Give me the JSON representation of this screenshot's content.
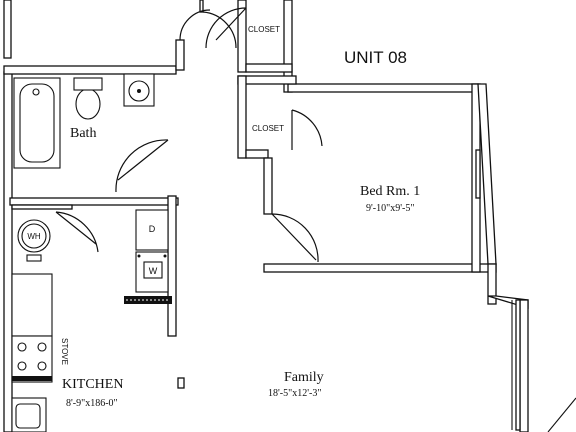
{
  "unit": {
    "title": "UNIT 08"
  },
  "rooms": {
    "bath": {
      "name": "Bath"
    },
    "closet_top": {
      "name": "CLOSET"
    },
    "closet_mid": {
      "name": "CLOSET"
    },
    "bedroom": {
      "name": "Bed Rm. 1",
      "size": "9'-10\"x9'-5\""
    },
    "kitchen": {
      "name": "KITCHEN",
      "size": "8'-9\"x186-0\""
    },
    "family": {
      "name": "Family",
      "size": "18'-5\"x12'-3\""
    }
  },
  "fixtures": {
    "water_heater": "WH",
    "dryer": "D",
    "washer": "W",
    "stove": "STOVE"
  }
}
